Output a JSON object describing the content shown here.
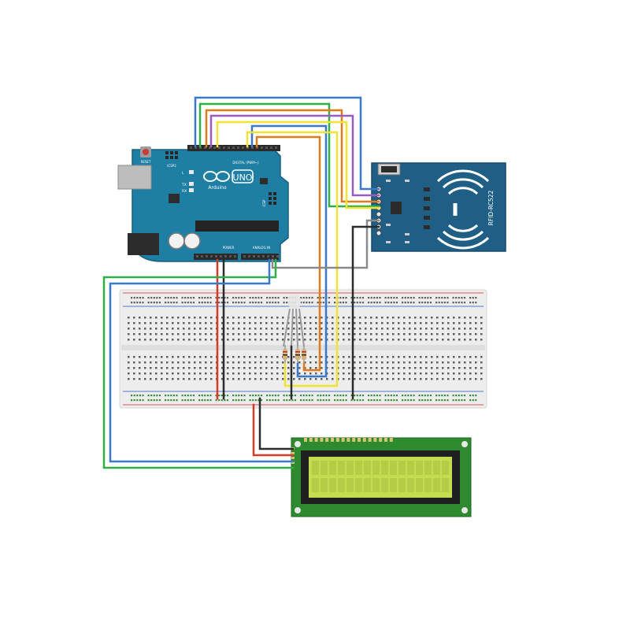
{
  "arduino": {
    "reset_label": "RESET",
    "icsp_top": "ICSP2",
    "icsp_side": "ICSP",
    "uno_label": "UNO",
    "brand_label": "Arduino",
    "digital_label": "DIGITAL (PWM~)",
    "power_label": "POWER",
    "analog_label": "ANALOG IN",
    "tx_label": "TX",
    "rx_label": "RX",
    "l_label": "L"
  },
  "rfid": {
    "model_label": "RFID-RC522"
  },
  "colors": {
    "board_blue": "#1e7ea3",
    "rfid_blue": "#1f5f86",
    "lcd_green": "#c3dc50",
    "wire_red": "#d63a2a",
    "wire_black": "#2b2b2b",
    "wire_green": "#2fae4a",
    "wire_blue": "#3a79c9",
    "wire_yellow": "#f2e233",
    "wire_orange": "#e07b1a",
    "wire_purple": "#9a5bbf",
    "wire_gray": "#8a8a8a"
  }
}
